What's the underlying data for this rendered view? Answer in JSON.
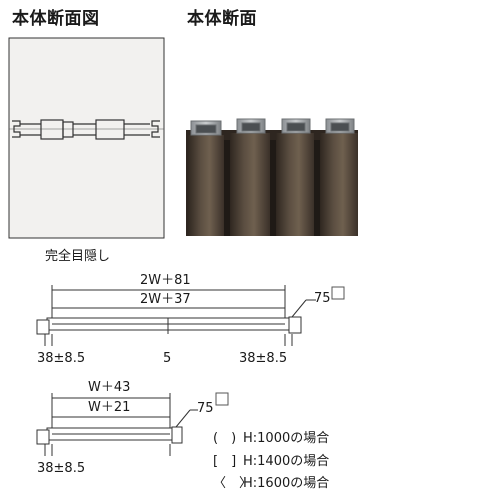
{
  "section_diagram": {
    "title": "本体断面図",
    "caption": "完全目隠し"
  },
  "section_photo": {
    "title": "本体断面"
  },
  "top_elevation": {
    "overall_label": "2W＋81",
    "inner_label": "2W＋37",
    "post_label": "75",
    "left_offset_label": "38±8.5",
    "center_label": "5",
    "right_offset_label": "38±8.5"
  },
  "bottom_elevation": {
    "overall_label": "W＋43",
    "inner_label": "W＋21",
    "post_label": "75",
    "left_offset_label": "38±8.5"
  },
  "legend": [
    {
      "symbol": "(　)",
      "text": "H:1000の場合"
    },
    {
      "symbol": "[　]",
      "text": "H:1400の場合"
    },
    {
      "symbol": "〈　〉",
      "text": "H:1600の場合"
    }
  ],
  "colors": {
    "line": "#333333",
    "panel_fill": "#f2f1ef",
    "photo_dark": "#3b322a",
    "photo_mid": "#5a4d40",
    "photo_light": "#7a6a58",
    "steel_light": "#b5b8bb",
    "steel_dark": "#7d8184"
  }
}
